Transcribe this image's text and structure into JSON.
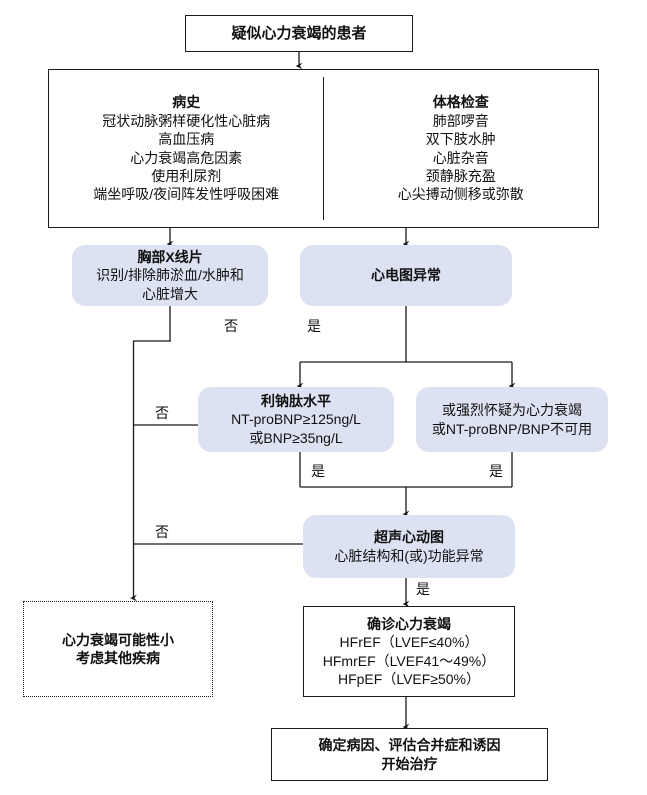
{
  "diagram": {
    "title_node": {
      "text": "疑似心力衰竭的患者"
    },
    "assessment": {
      "history": {
        "title": "病史",
        "items": [
          "冠状动脉粥样硬化性心脏病",
          "高血压病",
          "心力衰竭高危因素",
          "使用利尿剂",
          "端坐呼吸/夜间阵发性呼吸困难"
        ]
      },
      "exam": {
        "title": "体格检查",
        "items": [
          "肺部啰音",
          "双下肢水肿",
          "心脏杂音",
          "颈静脉充盈",
          "心尖搏动侧移或弥散"
        ]
      }
    },
    "xray": {
      "title": "胸部X线片",
      "lines": [
        "识别/排除肺淤血/水肿和",
        "心脏增大"
      ]
    },
    "ecg": {
      "title": "心电图异常"
    },
    "natriuretic": {
      "title": "利钠肽水平",
      "lines": [
        "NT-proBNP≥125ng/L",
        "或BNP≥35ng/L"
      ]
    },
    "strong_suspicion": {
      "lines": [
        "或强烈怀疑为心力衰竭",
        "或NT-proBNP/BNP不可用"
      ]
    },
    "echo": {
      "title": "超声心动图",
      "lines": [
        "心脏结构和(或)功能异常"
      ]
    },
    "unlikely": {
      "lines": [
        "心力衰竭可能性小",
        "考虑其他疾病"
      ]
    },
    "confirmed": {
      "title": "确诊心力衰竭",
      "lines": [
        "HFrEF（LVEF≤40%）",
        "HFmrEF（LVEF41～49%）",
        "HFpEF（LVEF≥50%）"
      ]
    },
    "treatment": {
      "lines": [
        "确定病因、评估合并症和诱因",
        "开始治疗"
      ]
    },
    "edge_labels": {
      "no_xray": "否",
      "yes_ecg": "是",
      "no_bnp": "否",
      "yes_bnp_left": "是",
      "yes_bnp_right": "是",
      "no_echo": "否",
      "yes_echo": "是"
    },
    "colors": {
      "blue_fill": "#dce2f2",
      "line": "#1a1a1a",
      "text": "#111111"
    }
  }
}
